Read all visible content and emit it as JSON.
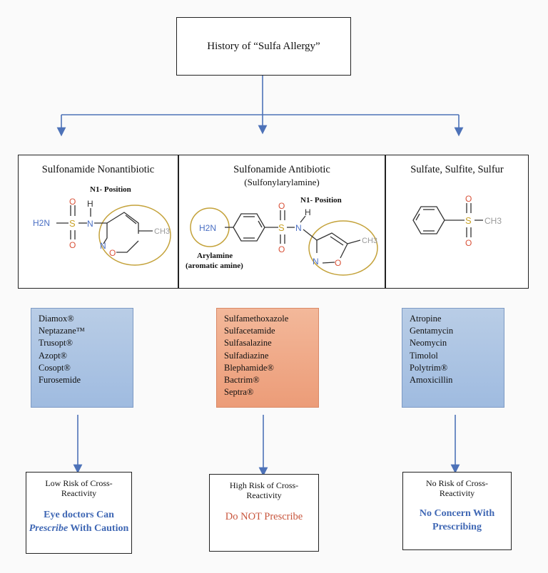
{
  "title": "History of “Sulfa Allergy”",
  "categories": [
    {
      "title": "Sulfonamide Nonantibiotic",
      "subtitle": "",
      "labels": {
        "n1": "N1- Position"
      },
      "atoms": {
        "h2n": "H2N",
        "s": "S",
        "o": "O",
        "n": "N",
        "h": "H",
        "ring_n": "N",
        "ring_o": "O",
        "ch3": "CH3"
      },
      "drugs": [
        "Diamox®",
        "Neptazane™",
        "Trusopt®",
        "Azopt®",
        "Cosopt®",
        "Furosemide"
      ],
      "risk": {
        "title": "Low Risk of Cross-Reactivity",
        "action_pre": "Eye doctors Can",
        "action_em": "Prescribe",
        "action_post": "With Caution"
      }
    },
    {
      "title": "Sulfonamide Antibiotic",
      "subtitle": "(Sulfonylarylamine)",
      "labels": {
        "n1": "N1- Position",
        "arylamine": "Arylamine",
        "aromatic": "(aromatic amine)"
      },
      "atoms": {
        "h2n": "H2N",
        "s": "S",
        "o": "O",
        "n": "N",
        "h": "H",
        "ring_n": "N",
        "ring_o": "O",
        "ch3": "CH3"
      },
      "drugs": [
        "Sulfamethoxazole",
        "Sulfacetamide",
        "Sulfasalazine",
        "Sulfadiazine",
        "Blephamide®",
        "Bactrim®",
        "Septra®"
      ],
      "risk": {
        "title": "High Risk of Cross-Reactivity",
        "action": "Do NOT Prescribe"
      }
    },
    {
      "title": "Sulfate, Sulfite, Sulfur",
      "subtitle": "",
      "atoms": {
        "s": "S",
        "o": "O",
        "ch3": "CH3"
      },
      "drugs": [
        "Atropine",
        "Gentamycin",
        "Neomycin",
        "Timolol",
        "Polytrim®",
        "Amoxicillin"
      ],
      "risk": {
        "title": "No Risk of Cross-Reactivity",
        "action": "No Concern With Prescribing"
      }
    }
  ],
  "colors": {
    "blue_box": "#a9c2e3",
    "orange_box": "#ef9f7c",
    "blue_text": "#3f67b4",
    "red_text": "#c8553c",
    "atom_blue": "#4a6fc4",
    "atom_red": "#d9533a",
    "atom_yellow": "#c9a227",
    "circle": "#c4a23a"
  }
}
